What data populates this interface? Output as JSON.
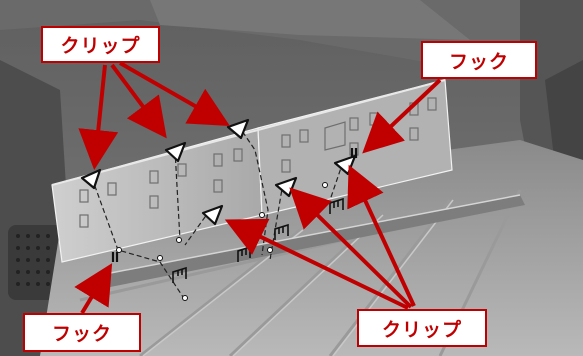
{
  "callouts": {
    "clip_top": "クリップ",
    "hook_top": "フック",
    "hook_bottom": "フック",
    "clip_bottom": "クリップ"
  },
  "colors": {
    "callout_red": "#c00000",
    "arrow_red": "#c00000"
  },
  "icons": [
    "clip-marker-triangle",
    "arrow"
  ]
}
